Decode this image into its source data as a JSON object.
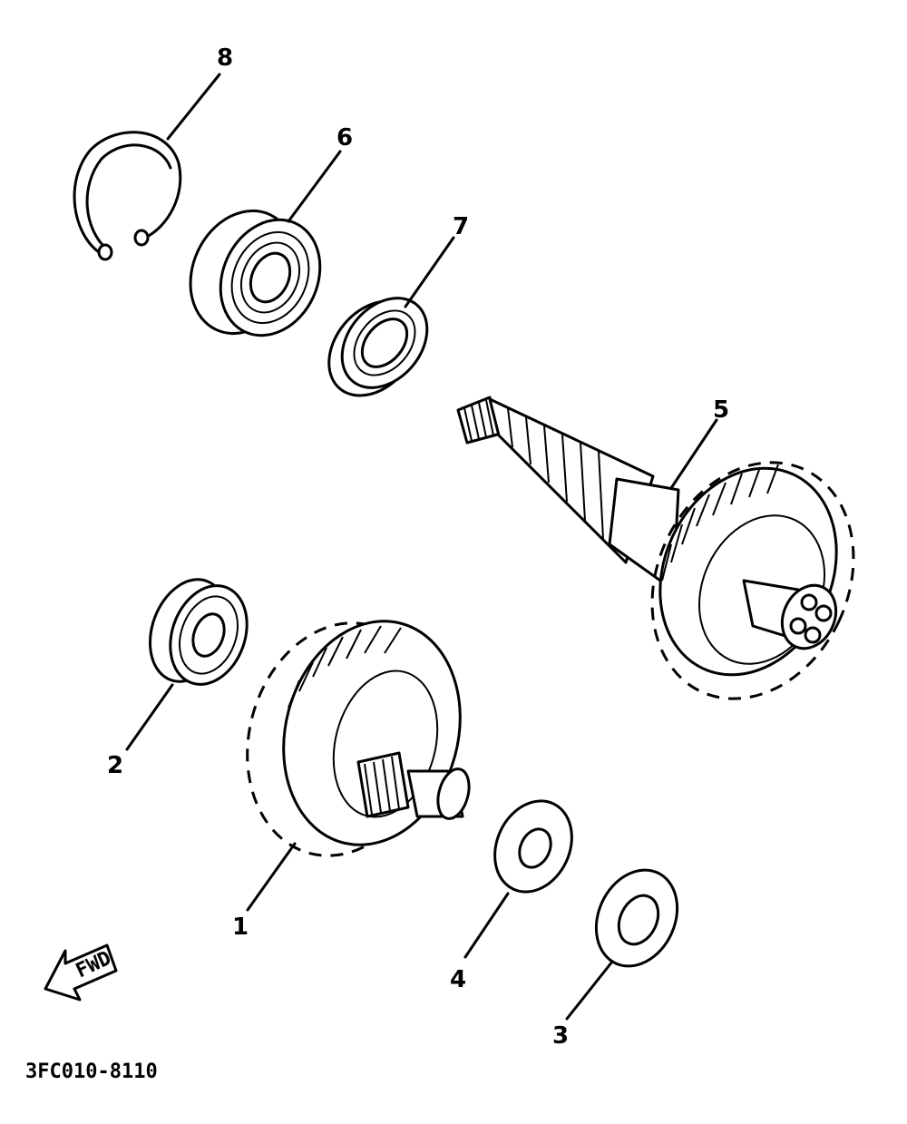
{
  "callouts": [
    {
      "id": "1",
      "text": "1"
    },
    {
      "id": "2",
      "text": "2"
    },
    {
      "id": "3",
      "text": "3"
    },
    {
      "id": "4",
      "text": "4"
    },
    {
      "id": "5",
      "text": "5"
    },
    {
      "id": "6",
      "text": "6"
    },
    {
      "id": "7",
      "text": "7"
    },
    {
      "id": "8",
      "text": "8"
    }
  ],
  "diagram_code": "3FC010-8110",
  "arrow_label": "FWD"
}
